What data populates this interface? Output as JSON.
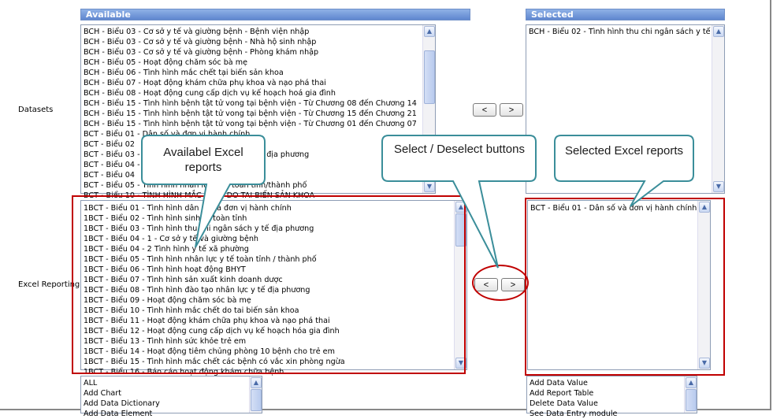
{
  "headers": {
    "available": "Available",
    "selected": "Selected"
  },
  "labels": {
    "datasets": "Datasets",
    "excel_reporting": "Excel Reporting"
  },
  "datasets_available": [
    "BCH - Biểu 03 - Cơ sở y tế và giường bệnh - Bệnh viện nhập",
    "BCH - Biểu 03 - Cơ sở y tế và giường bệnh - Nhà hộ sinh nhập",
    "BCH - Biểu 03 - Cơ sở y tế và giường bệnh - Phòng khám nhập",
    "BCH - Biểu 05 - Hoạt động chăm sóc bà mẹ",
    "BCH - Biểu 06 - Tình hình mắc chết tại biến sản khoa",
    "BCH - Biểu 07 - Hoạt động khám chữa phụ khoa và nạo phá thai",
    "BCH - Biểu 08 - Hoạt động cung cấp dịch vụ kế hoạch hoá gia đình",
    "BCH - Biểu 15 - Tình hình bệnh tật tử vong tại bệnh viện - Từ Chương 08 đến Chương 14",
    "BCH - Biểu 15 - Tình hình bệnh tật tử vong tại bệnh viện - Từ Chương 15 đến Chương 21",
    "BCH - Biểu 15 - Tình hình bệnh tật tử vong tại bệnh viện - Từ Chương 01 đến Chương 07",
    "BCT - Biểu 01 - Dân số và đơn vị hành chính",
    "BCT - Biểu 02",
    "BCT - Biểu 03 - Tình hình thu chi ngân sách y tế địa phương",
    "BCT - Biểu 04 - Cơ sở y tế và giường bệnh",
    "BCT - Biểu 04",
    "BCT - Biểu 05 - Tình hình nhân lực y tế toàn tỉnh/thành phố",
    "BCT - Biểu 10 - TÌNH HÌNH MẮC CHẾT DO TAI BIẾN SẢN KHOA"
  ],
  "datasets_selected": [
    "BCH - Biểu 02 - Tình hình thu chi ngân sách y tế"
  ],
  "excel_available": [
    "1BCT - Biểu 01 - Tình hình dân số và đơn vị hành chính",
    "1BCT - Biểu 02 - Tình hình sinh tử toàn tỉnh",
    "1BCT - Biểu 03 - Tình hình thu chi ngân sách y tế địa phương",
    "1BCT - Biểu 04 - 1 - Cơ sở y tế và giường bệnh",
    "1BCT - Biểu 04 - 2 Tình hình y tế xã phường",
    "1BCT - Biểu 05 - Tình hình nhân lực y tế toàn tỉnh / thành phố",
    "1BCT - Biểu 06 - Tình hình hoạt động BHYT",
    "1BCT - Biểu 07 - Tình hình sản xuất kinh doanh dược",
    "1BCT - Biểu 08 - Tình hình đào tạo nhân lực y tế địa phương",
    "1BCT - Biểu 09 - Hoạt động chăm sóc bà mẹ",
    "1BCT - Biểu 10 - Tình hình mắc chết do tai biến sản khoa",
    "1BCT - Biểu 11 - Hoạt động khám chữa phụ khoa và nạo phá thai",
    "1BCT - Biểu 12 - Hoạt động cung cấp dịch vụ kế hoạch hóa gia đình",
    "1BCT - Biểu 13 - Tình hình sức khỏe trẻ em",
    "1BCT - Biểu 14 - Hoạt động tiêm chủng phòng 10 bệnh cho trẻ em",
    "1BCT - Biểu 15 - Tình hình mắc chết các bệnh có vắc xin phòng ngừa",
    "1BCT - Biểu 16 - Báo cáo hoạt động khám chữa bệnh"
  ],
  "excel_selected": [
    "BCT - Biểu 01 - Dân số và đơn vị hành chính"
  ],
  "other_available": [
    "ALL",
    "Add Chart",
    "Add Data Dictionary",
    "Add Data Element"
  ],
  "other_selected": [
    "Add Data Value",
    "Add Report Table",
    "Delete Data Value",
    "See Data Entry module"
  ],
  "buttons": {
    "deselect": "<",
    "select": ">"
  },
  "scroll_arrows": {
    "up": "▲",
    "down": "▼"
  },
  "callouts": {
    "available": "Availabel Excel reports",
    "buttons": "Select / Deselect buttons",
    "selected": "Selected Excel reports"
  },
  "colors": {
    "header_bg": "#6f93d8",
    "highlight_red": "#c00000",
    "callout_fill": "#ffffff",
    "callout_border": "#3b8e9a"
  }
}
